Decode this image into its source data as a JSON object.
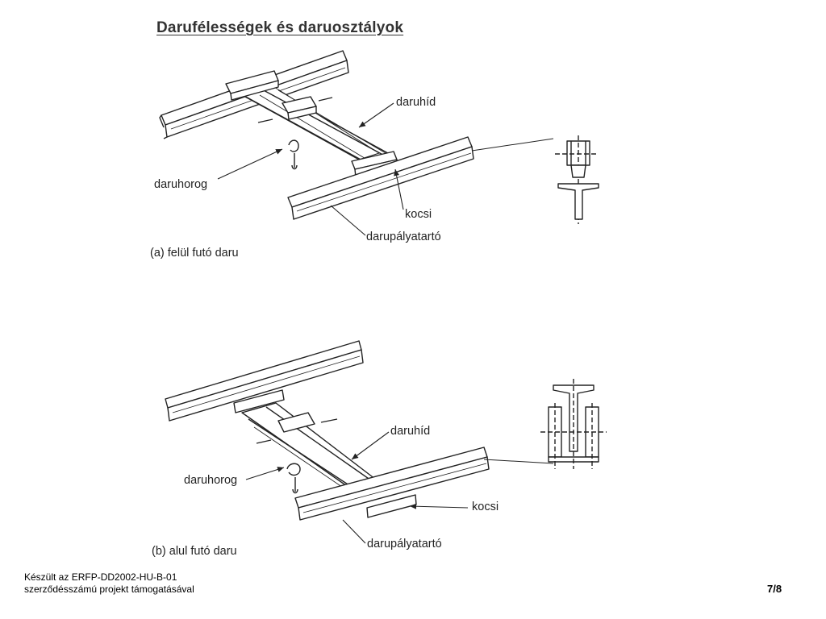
{
  "title": "Darufélességek és daruosztályok",
  "diagram_a": {
    "labels": {
      "bridge": "daruhíd",
      "hook": "daruhorog",
      "trolley": "kocsi",
      "runway_girder": "darupályatartó"
    },
    "caption": "(a) felül futó daru"
  },
  "diagram_b": {
    "labels": {
      "bridge": "daruhíd",
      "hook": "daruhorog",
      "trolley": "kocsi",
      "runway_girder": "darupályatartó"
    },
    "caption": "(b) alul futó daru"
  },
  "footer": {
    "line1": "Készült az ERFP-DD2002-HU-B-01",
    "line2": "szerződésszámú projekt támogatásával",
    "page": "7/8"
  }
}
